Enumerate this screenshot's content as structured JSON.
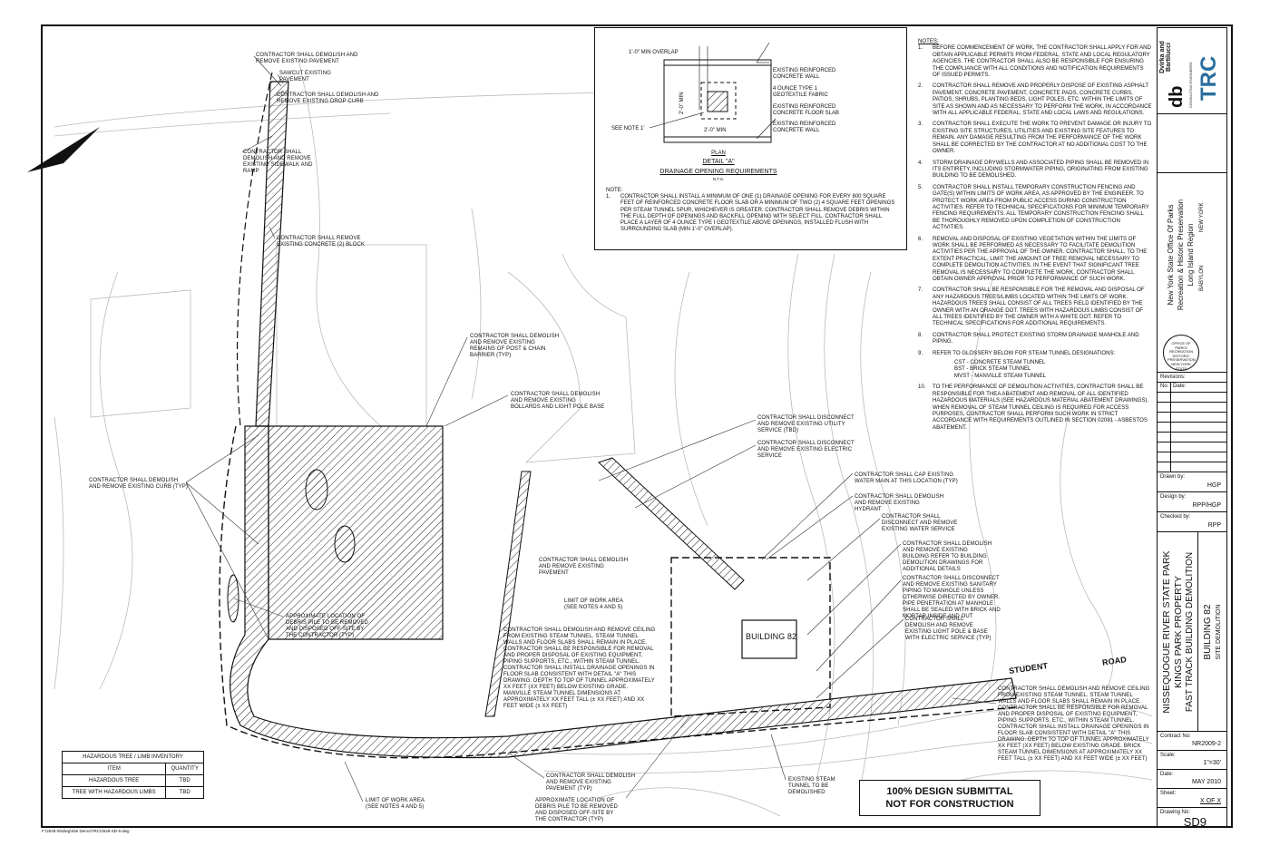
{
  "detail": {
    "overlap": "1'-0\" MIN OVERLAP",
    "wall_top": "EXISTING REINFORCED CONCRETE WALL",
    "fabric": "4 OUNCE TYPE 1 GEOTEXTILE FABRIC",
    "slab": "EXISTING REINFORCED CONCRETE FLOOR SLAB",
    "wall_bottom": "EXISTING REINFORCED CONCRETE WALL",
    "see_note": "SEE NOTE 1'",
    "dim_v": "2'-0\" MIN",
    "dim_h": "2'-0\" MIN",
    "plan": "PLAN",
    "title": "DETAIL \"A\"",
    "subtitle": "DRAINAGE OPENING REQUIREMENTS",
    "nts": "N.T.S.",
    "note_heading": "NOTE:",
    "note_num": "1.",
    "note": "CONTRACTOR SHALL INSTALL A MINIMUM OF ONE (1) DRAINAGE OPENING FOR EVERY 800 SQUARE FEET OF REINFORCED CONCRETE FLOOR SLAB OR A MINIMUM OF TWO (2) 4 SQUARE FEET OPENINGS PER STEAM TUNNEL SPUR, WHICHEVER IS GREATER. CONTRACTOR SHALL REMOVE DEBRIS WITHIN THE FULL DEPTH OF OPENINGS AND BACKFILL OPENING WITH SELECT FILL. CONTRACTOR SHALL PLACE A LAYER OF 4 OUNCE TYPE I GEOTEXTILE ABOVE OPENINGS, INSTALLED FLUSH WITH SURROUNDING SLAB (MIN 1'-0\" OVERLAP)."
  },
  "notes": {
    "heading": "NOTES:",
    "items": [
      {
        "n": "1.",
        "t": "BEFORE COMMENCEMENT OF WORK, THE CONTRACTOR SHALL APPLY FOR AND OBTAIN APPLICABLE PERMITS FROM FEDERAL, STATE AND LOCAL REGULATORY AGENCIES.  THE CONTRACTOR SHALL ALSO BE RESPONSIBLE FOR ENSURING THE COMPLIANCE WITH ALL CONDITIONS AND NOTIFICATION REQUIREMENTS OF ISSUED PERMITS."
      },
      {
        "n": "2.",
        "t": "CONTRACTOR SHALL REMOVE AND PROPERLY DISPOSE OF EXISTING ASPHALT PAVEMENT, CONCRETE PAVEMENT, CONCRETE PADS, CONCRETE CURBS, PATIOS, SHRUBS, PLANTING BEDS, LIGHT POLES, ETC. WITHIN THE LIMITS OF SITE AS SHOWN AND AS NECESSARY TO PERFORM THE WORK, IN ACCORDANCE WITH ALL APPLICABLE FEDERAL, STATE AND LOCAL LAWS AND REGULATIONS."
      },
      {
        "n": "3.",
        "t": "CONTRACTOR SHALL EXECUTE THE WORK TO PREVENT DAMAGE OR INJURY TO EXISTING SITE STRUCTURES, UTILITIES AND EXISTING SITE FEATURES TO REMAIN. ANY DAMAGE RESULTING FROM THE PERFORMANCE OF THE WORK SHALL BE CORRECTED BY THE CONTRACTOR AT NO ADDITIONAL COST TO THE OWNER."
      },
      {
        "n": "4.",
        "t": "STORM DRAINAGE DRYWELLS AND ASSOCIATED PIPING SHALL BE REMOVED IN ITS ENTIRETY, INCLUDING STORMWATER PIPING, ORIGINATING FROM EXISTING BUILDING TO BE DEMOLISHED."
      },
      {
        "n": "5.",
        "t": "CONTRACTOR SHALL INSTALL TEMPORARY CONSTRUCTION FENCING AND GATE(S) WITHIN LIMITS OF WORK AREA, AS APPROVED BY THE ENGINEER, TO PROTECT WORK AREA FROM PUBLIC ACCESS DURING CONSTRUCTION ACTIVITIES. REFER TO TECHNICAL SPECIFICATIONS FOR MINIMUM TEMPORARY FENCING REQUIREMENTS. ALL TEMPORARY CONSTRUCTION FENCING SHALL BE THOROUGHLY REMOVED UPON COMPLETION OF CONSTRUCTION ACTIVITIES."
      },
      {
        "n": "6.",
        "t": "REMOVAL AND DISPOSAL OF EXISTING VEGETATION WITHIN THE LIMITS OF WORK SHALL BE PERFORMED AS NECESSARY TO FACILITATE DEMOLITION ACTIVITIES PER THE APPROVAL OF THE OWNER. CONTRACTOR SHALL, TO THE EXTENT PRACTICAL, LIMIT THE AMOUNT OF TREE REMOVAL NECESSARY TO COMPLETE DEMOLITION ACTIVITIES. IN THE EVENT THAT SIGNIFICANT TREE REMOVAL IS NECESSARY TO COMPLETE THE WORK, CONTRACTOR SHALL OBTAIN OWNER APPROVAL PRIOR TO PERFORMANCE OF SUCH WORK."
      },
      {
        "n": "7.",
        "t": "CONTRACTOR SHALL BE RESPONSIBLE FOR THE REMOVAL AND DISPOSAL OF ANY HAZARDOUS TREES/LIMBS LOCATED WITHIN THE LIMITS OF WORK.  HAZARDOUS TREES SHALL CONSIST OF ALL TREES FIELD IDENTIFIED BY THE OWNER WITH AN ORANGE DOT. TREES WITH HAZARDOUS LIMBS CONSIST OF ALL TREES IDENTIFIED BY THE OWNER WITH A WHITE DOT. REFER TO TECHNICAL SPECIFICATIONS FOR ADDITIONAL REQUIREMENTS."
      },
      {
        "n": "8.",
        "t": "CONTRACTOR SHALL PROTECT EXISTING STORM DRAINAGE MANHOLE AND PIPING."
      },
      {
        "n": "9.",
        "t": "REFER TO GLOSSERY BELOW FOR STEAM TUNNEL DESIGNATIONS:"
      },
      {
        "n": "10.",
        "t": "TO THE PERFORMANCE OF DEMOLITION ACTIVITIES, CONTRACTOR SHALL BE RESPONSIBLE FOR THEA ABATEMENT AND REMOVAL OF ALL IDENTIFIED HAZARDOUS MATERIALS (SEE HAZARDOUS MATERIAL ABATEMENT DRAWINGS). WHEN REMOVAL OF STEAM TUNNEL CEILING IS REQUIRED FOR ACCESS PURPOSES, CONTRACTOR SHALL PERFORM SUCH WORK IN STRICT ACCORDANCE WITH REQUIREMENTS OUTLINED IN SECTION 02081 - ASBESTOS ABATEMENT."
      }
    ],
    "glossary": [
      "CST - CONCRETE STEAM TUNNEL",
      "BST - BRICK STEAM TUNNEL",
      "MVST - MANVILLE STEAM TUNNEL"
    ]
  },
  "callouts": [
    "CONTRACTOR SHALL DEMOLISH AND REMOVE EXISTING PAVEMENT",
    "SAWCUT EXISTING PAVEMENT",
    "CONTRACTOR SHALL DEMOLISH AND REMOVE EXISTING DROP CURB",
    "CONTRACTOR SHALL DEMOLISH AND REMOVE EXISTING SIDEWALK AND RAMP",
    "CONTRACTOR SHALL REMOVE EXISTING CONCRETE (2) BLOCK",
    "CONTRACTOR SHALL DEMOLISH AND REMOVE EXISTING REMAINS OF POST & CHAIN BARRIER (TYP)",
    "CONTRACTOR SHALL DEMOLISH AND REMOVE EXISTING BOLLARDS AND LIGHT POLE BASE",
    "CONTRACTOR SHALL DEMOLISH AND REMOVE EXISTING CURB (TYP)",
    "CONTRACTOR SHALL DISCONNECT AND REMOVE EXISTING UTILITY SERVICE (TBD)",
    "CONTRACTOR SHALL DISCONNECT AND REMOVE EXISTING ELECTRIC SERVICE",
    "CONTRACTOR SHALL CAP EXISTING WATER MAIN AT THIS LOCATION (TYP)",
    "CONTRACTOR SHALL DEMOLISH AND REMOVE EXISTING HYDRANT",
    "CONTRACTOR SHALL DISCONNECT AND REMOVE EXISTING WATER SERVICE",
    "CONTRACTOR SHALL DEMOLISH AND REMOVE EXISTING BUILDING REFER TO BUILDING DEMOLITION DRAWINGS FOR ADDITIONAL DETAILS",
    "CONTRACTOR SHALL DISCONNECT AND REMOVE EXISTING SANITARY PIPING TO MANHOLE UNLESS OTHERWISE DIRECTED BY OWNER. PIPE PENETRATION AT MANHOLE SHALL BE SEALED WITH BRICK AND MORTAR INSIDE AND OUT",
    "CONTRACTOR SHALL DEMOLISH AND REMOVE EXISTING LIGHT POLE & BASE WITH ELECTRIC SERVICE (TYP)",
    "CONTRACTOR SHALL DEMOLISH AND REMOVE EXISTING PAVEMENT",
    "LIMIT OF WORK AREA (SEE NOTES 4 AND 5)",
    "CONTRACTOR SHALL DEMOLISH AND REMOVE CEILING FROM EXISTING STEAM TUNNEL. STEAM TUNNEL WALLS AND FLOOR SLABS SHALL REMAIN IN PLACE. CONTRACTOR SHALL BE RESPONSIBLE FOR REMOVAL AND PROPER DISPOSAL OF EXISTING EQUIPMENT, PIPING SUPPORTS, ETC., WITHIN STEAM TUNNEL. CONTRACTOR SHALL INSTALL DRAINAGE OPENINGS IN FLOOR SLAB CONSISTENT WITH DETAIL \"A\" THIS DRAWING. DEPTH TO TOP OF TUNNEL APPROXIMATELY XX FEET (XX FEET) BELOW EXISTING GRADE. MANVILLE STEAM TUNNEL DIMENSIONS AT APPROXIMATELY XX FEET TALL (± XX FEET) AND XX FEET WIDE (± XX FEET)",
    "CONTRACTOR SHALL DEMOLISH AND REMOVE CEILING FROM EXISTING STEAM TUNNEL. STEAM TUNNEL WALLS AND FLOOR SLABS SHALL REMAIN IN PLACE. CONTRACTOR SHALL BE RESPONSIBLE FOR REMOVAL AND PROPER DISPOSAL OF EXISTING EQUIPMENT, PIPING SUPPORTS, ETC., WITHIN STEAM TUNNEL. CONTRACTOR SHALL INSTALL DRAINAGE OPENINGS IN FLOOR SLAB CONSISTENT WITH DETAIL \"A\" THIS DRAWING. DEPTH TO TOP OF TUNNEL APPROXIMATELY XX FEET (XX FEET) BELOW EXISTING GRADE. BRICK STEAM TUNNEL DIMENSIONS AT APPROXIMATELY XX FEET TALL (± XX FEET) AND XX FEET WIDE (± XX FEET)",
    "APPROXIMATE LOCATION OF DEBRIS PILE TO BE REMOVED AND DISPOSED OFF-SITE BY THE CONTRACTOR (TYP)",
    "CONTRACTOR SHALL DEMOLISH AND REMOVE EXISTING PAVEMENT (TYP)",
    "LIMIT OF WORK AREA (SEE NOTES 4 AND 5)",
    "EXISTING STEAM TUNNEL TO BE DEMOLISHED",
    "APPROXIMATE LOCATION OF DEBRIS PILE TO BE REMOVED AND DISPOSED OFF-SITE BY THE CONTRACTOR (TYP)"
  ],
  "plan_labels": {
    "building": "BUILDING 82",
    "road_1": "STUDENT",
    "road_2": "ROAD"
  },
  "inventory": {
    "title": "HAZARDOUS TREE / LIMB INVENTORY",
    "headers": [
      "ITEM",
      "QUANTITY"
    ],
    "rows": [
      [
        "HAZARDOUS TREE",
        "TBD"
      ],
      [
        "TREE WITH HAZARDOUS LIMBS",
        "TBD"
      ]
    ]
  },
  "file_path": "F:\\2648-05\\dwg\\Site Demo\\TRC\\2648-SD-9.dwg",
  "stamp": {
    "line1": "100% DESIGN SUBMITTAL",
    "line2": "NOT FOR CONSTRUCTION"
  },
  "title_block": {
    "firm": "Dvirka and Bartilucci",
    "firm_sub": "CONSULTING ENGINEERS",
    "trc": "TRC",
    "agency_1": "New York State Office Of Parks",
    "agency_2": "Recreation & Historic Preservation",
    "agency_3": "Long Island Region",
    "city": "BABYLON",
    "state": "NEW YORK",
    "seal": "OFFICE OF PARKS RECREATION HISTORIC PRESERVATION NEW YORK STATE",
    "revisions": "Revisions:",
    "rev_no": "No.",
    "rev_date": "Date:",
    "drawn_by_label": "Drawn by:",
    "drawn_by": "HGP",
    "design_by_label": "Design by:",
    "design_by": "RPP/HGP",
    "checked_by_label": "Checked by:",
    "checked_by": "RPP",
    "project_1": "NISSEQUOGUE RIVER STATE PARK",
    "project_2": "KINGS PARK PROPERTY",
    "project_3": "FAST TRACK BUILDING DEMOLITION",
    "sheet_title_1": "BUILDING 82",
    "sheet_title_2": "SITE DEMOLITION",
    "contract_label": "Contract No:",
    "contract": "NR2009-2",
    "scale_label": "Scale:",
    "scale": "1\"=30'",
    "date_label": "Date:",
    "date": "MAY 2010",
    "sheet_label": "Sheet:",
    "sheet": "X OF X",
    "drawing_label": "Drawing No:",
    "drawing": "SD9"
  }
}
